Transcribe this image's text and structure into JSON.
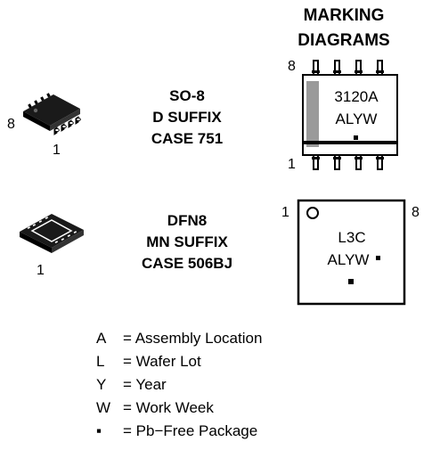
{
  "marking_title_line1": "MARKING",
  "marking_title_line2": "DIAGRAMS",
  "packages": [
    {
      "name": "SO-8",
      "suffix": "D SUFFIX",
      "case": "CASE 751",
      "pin_left_label": "8",
      "pin_bottom_label": "1",
      "marking": {
        "line1": "3120A",
        "line2": "ALYW",
        "pin_top_label": "8",
        "pin_bottom_label": "1"
      }
    },
    {
      "name": "DFN8",
      "suffix": "MN SUFFIX",
      "case": "CASE 506BJ",
      "pin_bottom_label": "1",
      "marking": {
        "line1": "L3C",
        "line2": "ALYW",
        "pin_left_label": "1",
        "pin_right_label": "8"
      }
    }
  ],
  "legend": [
    {
      "key": "A",
      "desc": "= Assembly Location"
    },
    {
      "key": "L",
      "desc": "= Wafer Lot"
    },
    {
      "key": "Y",
      "desc": "= Year"
    },
    {
      "key": "W",
      "desc": "= Work Week"
    },
    {
      "key": "▪",
      "desc": "= Pb−Free Package"
    }
  ]
}
